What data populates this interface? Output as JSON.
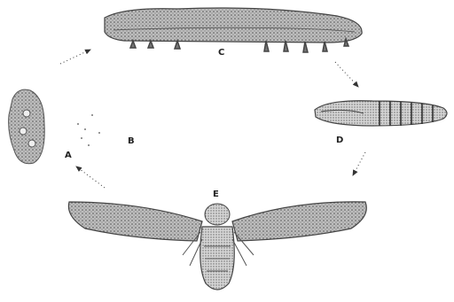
{
  "labels": {
    "a": "A",
    "b": "B",
    "c": "C",
    "d": "D",
    "e": "E"
  },
  "colors": {
    "ink": "#3a3a3a",
    "stipple": "#8a8a8a",
    "paper": "#ffffff"
  }
}
